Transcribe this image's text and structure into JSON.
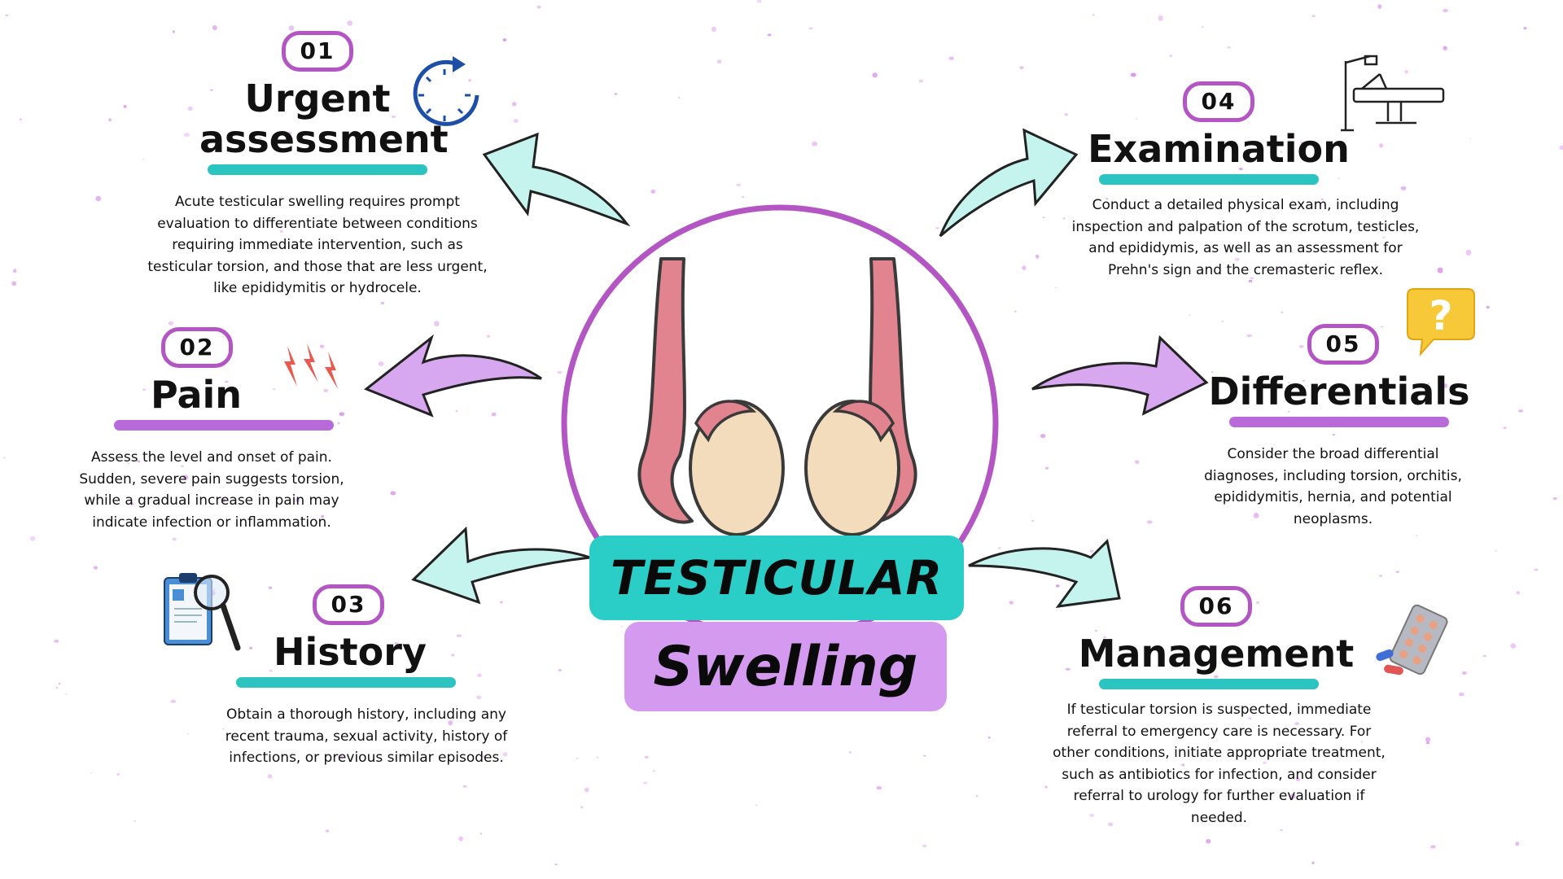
{
  "center": {
    "title_line1": "TESTICULAR",
    "title_line2": "Swelling"
  },
  "sections": [
    {
      "number": "01",
      "title": "Urgent assessment",
      "text": "Acute testicular swelling requires prompt\nevaluation to differentiate between conditions\nrequiring immediate intervention, such as\ntesticular torsion, and those that are less urgent,\nlike epididymitis or hydrocele.",
      "underline": "teal",
      "icon": "clock-arrow-icon"
    },
    {
      "number": "02",
      "title": "Pain",
      "text": "Assess the level and onset of pain.\nSudden, severe pain suggests torsion,\nwhile a gradual increase in pain may\nindicate infection or inflammation.",
      "underline": "purple",
      "icon": "pain-bolts-icon"
    },
    {
      "number": "03",
      "title": "History",
      "text": "Obtain a thorough history, including any\nrecent trauma, sexual activity, history of\ninfections, or previous similar episodes.",
      "underline": "teal",
      "icon": "clipboard-magnifier-icon"
    },
    {
      "number": "04",
      "title": "Examination",
      "text": "Conduct a detailed physical exam, including\ninspection and palpation of the scrotum, testicles,\nand epididymis, as well as an assessment for\nPrehn's sign and the cremasteric reflex.",
      "underline": "teal",
      "icon": "exam-table-icon"
    },
    {
      "number": "05",
      "title": "Differentials",
      "text": "Consider the broad differential\ndiagnoses, including torsion, orchitis,\nepididymitis, hernia, and potential\nneoplasms.",
      "underline": "purple",
      "icon": "question-bubble-icon"
    },
    {
      "number": "06",
      "title": "Management",
      "text": "If testicular torsion is suspected, immediate\nreferral to emergency care is necessary. For\nother conditions, initiate appropriate treatment,\nsuch as antibiotics for infection, and consider\nreferral to urology for further evaluation if\nneeded.",
      "underline": "teal",
      "icon": "pills-icon"
    }
  ],
  "colors": {
    "teal": "#2cc4c0",
    "purple": "#b86bd8",
    "badge_border": "#b455c4",
    "circle": "#b455c4",
    "testis": "#f1dcbc",
    "cord": "#e0848e"
  }
}
